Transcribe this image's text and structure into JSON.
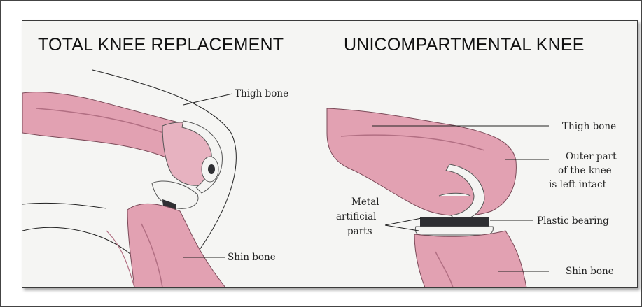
{
  "titles": {
    "left": "TOTAL KNEE REPLACEMENT",
    "right": "UNICOMPARTMENTAL KNEE"
  },
  "left_labels": {
    "thigh": "Thigh bone",
    "shin": "Shin bone"
  },
  "right_labels": {
    "thigh": "Thigh bone",
    "outer_1": "Outer part",
    "outer_2": "of the knee",
    "outer_3": "is left intact",
    "plastic": "Plastic bearing",
    "shin": "Shin bone",
    "metal_1": "Metal",
    "metal_2": "artificial",
    "metal_3": "parts"
  },
  "colors": {
    "bone": "#e2a1b2",
    "bone_dark": "#b26f83",
    "metal": "#f4f4f2",
    "bearing": "#2f2f33",
    "background": "#f5f5f3"
  }
}
